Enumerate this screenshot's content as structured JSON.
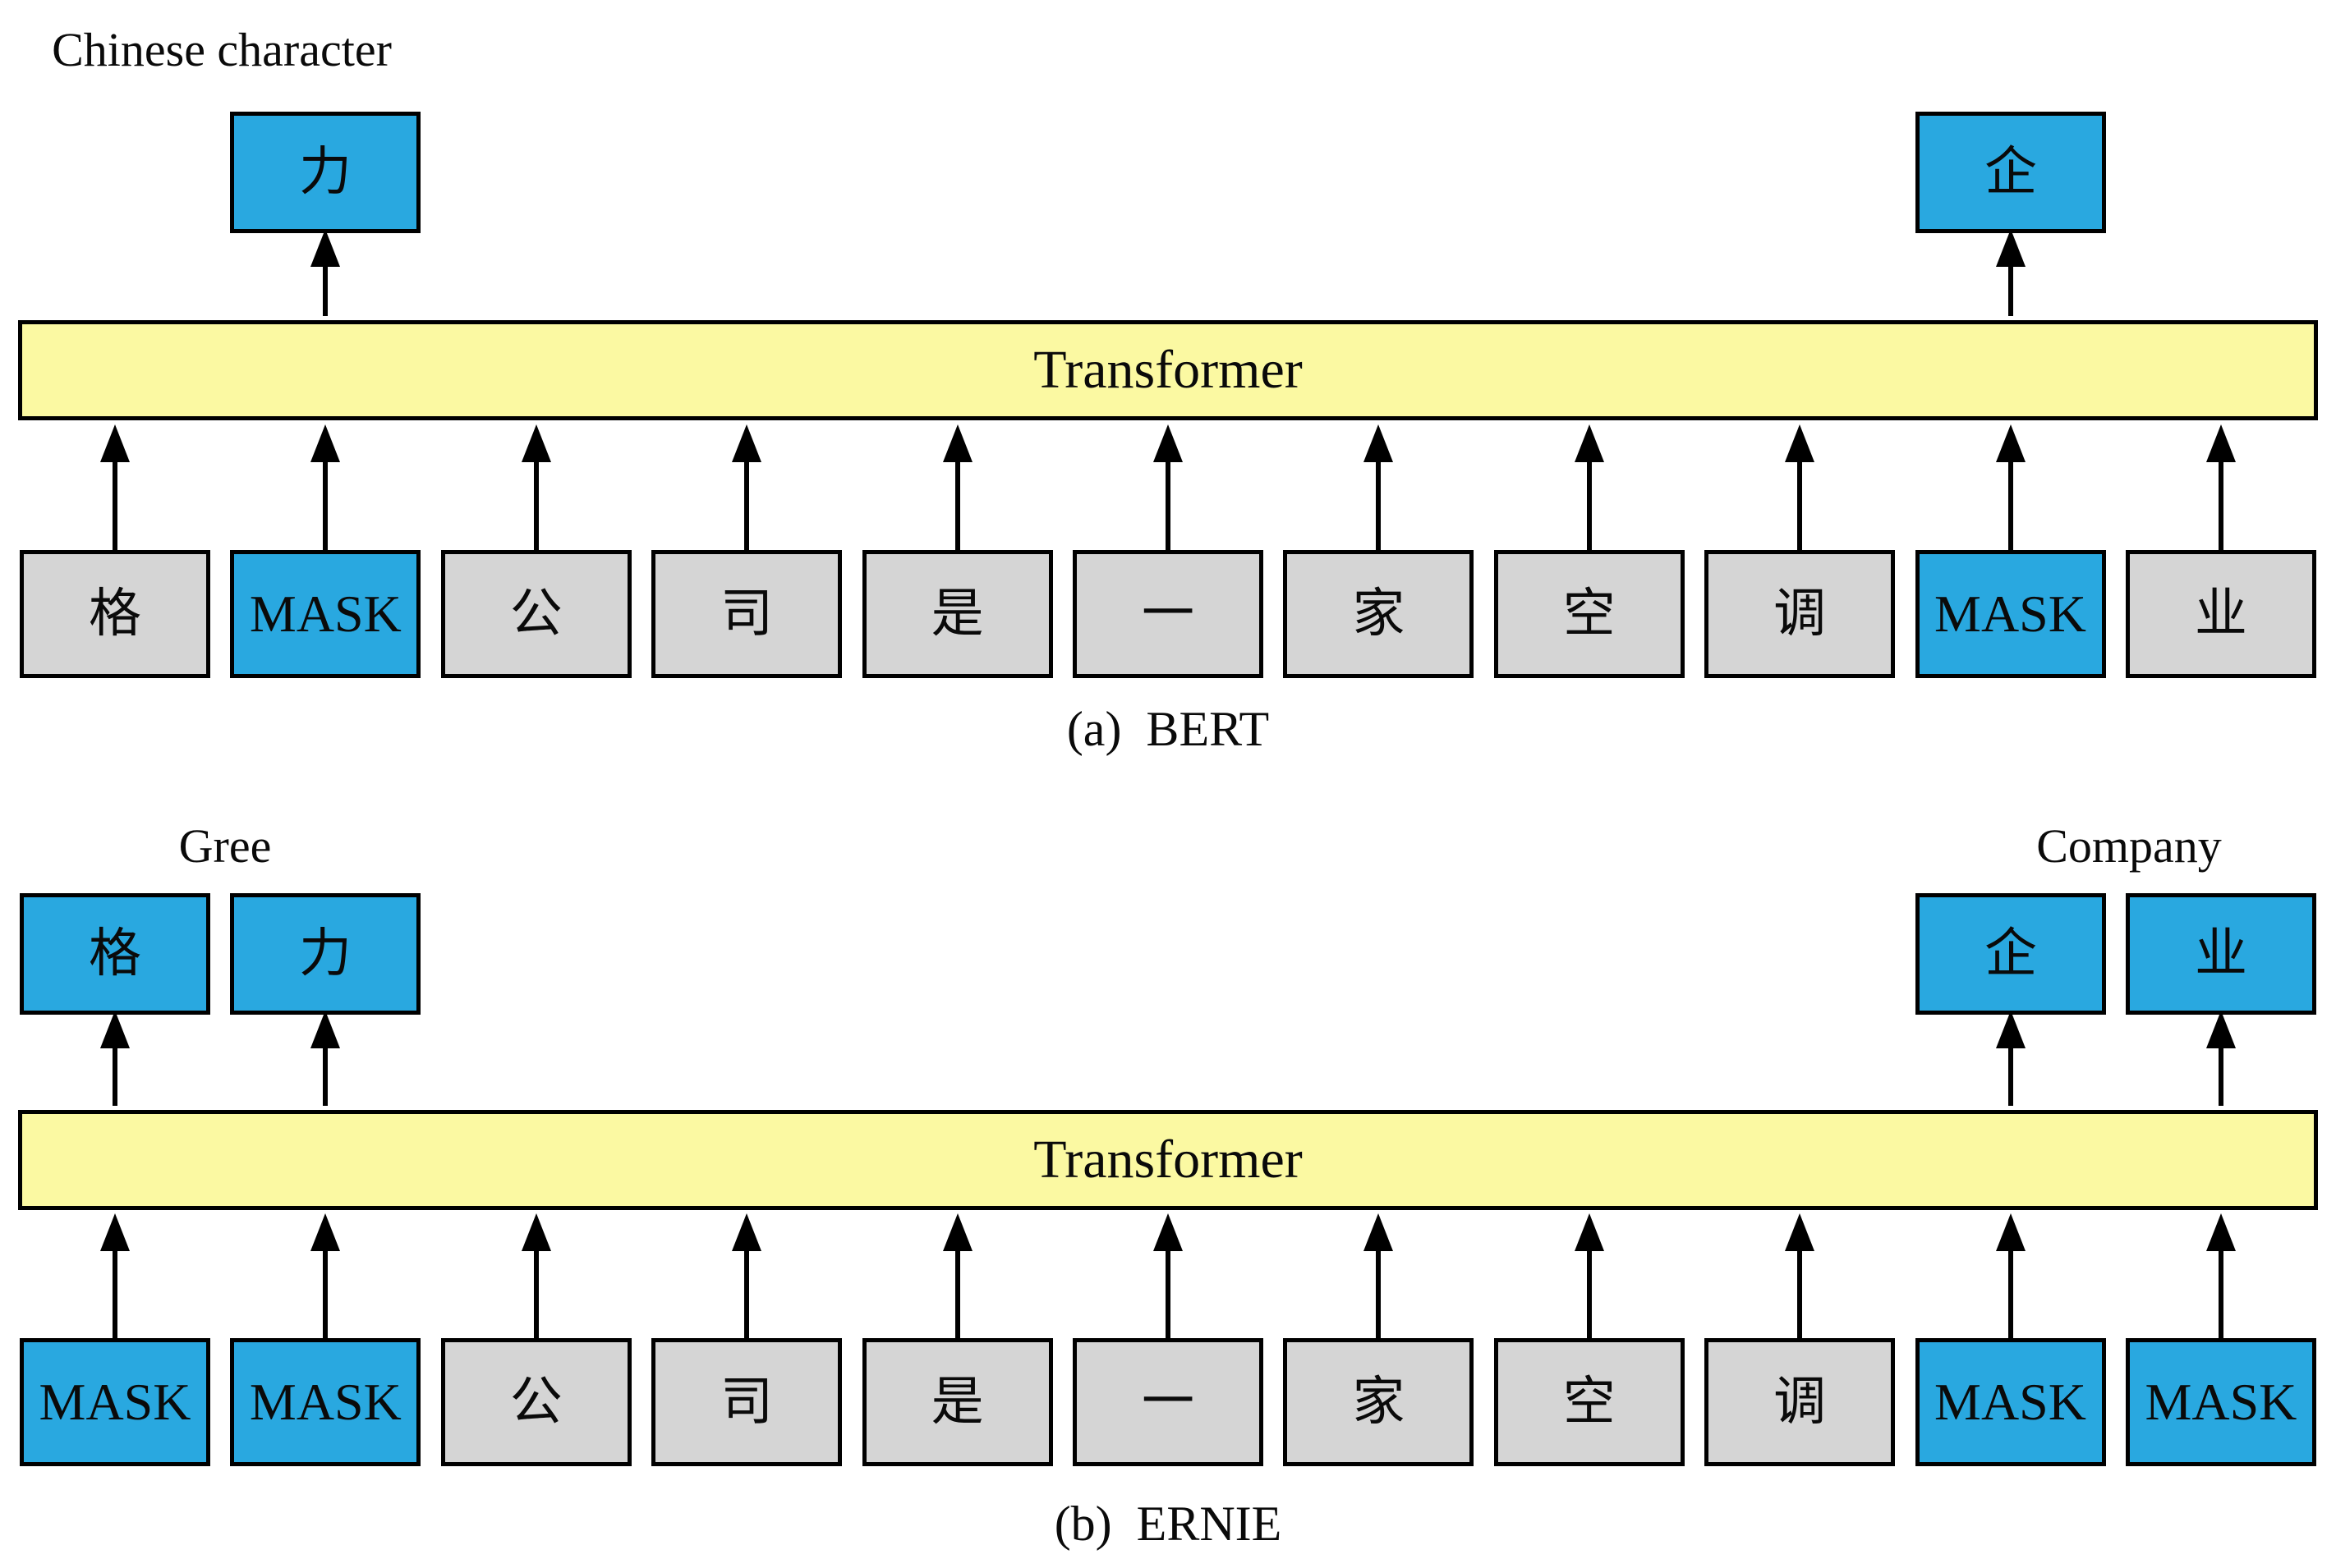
{
  "figure": {
    "colors": {
      "mask_box": "#29A8E0",
      "token_box": "#D5D5D5",
      "transformer_bar": "#FBF9A2",
      "border": "#000000"
    },
    "sections": [
      {
        "caption": "(a)  BERT",
        "transformer_label": "Transformer",
        "annotations": [
          {
            "text": "Chinese character"
          }
        ],
        "outputs": [
          {
            "label": "力",
            "column": 2
          },
          {
            "label": "企",
            "column": 10
          }
        ],
        "tokens": [
          {
            "label": "格",
            "masked": false
          },
          {
            "label": "MASK",
            "masked": true
          },
          {
            "label": "公",
            "masked": false
          },
          {
            "label": "司",
            "masked": false
          },
          {
            "label": "是",
            "masked": false
          },
          {
            "label": "一",
            "masked": false
          },
          {
            "label": "家",
            "masked": false
          },
          {
            "label": "空",
            "masked": false
          },
          {
            "label": "调",
            "masked": false
          },
          {
            "label": "MASK",
            "masked": true
          },
          {
            "label": "业",
            "masked": false
          }
        ]
      },
      {
        "caption": "(b)  ERNIE",
        "transformer_label": "Transformer",
        "annotations": [
          {
            "text": "Gree"
          },
          {
            "text": "Company"
          }
        ],
        "outputs": [
          {
            "label": "格",
            "column": 1
          },
          {
            "label": "力",
            "column": 2
          },
          {
            "label": "企",
            "column": 10
          },
          {
            "label": "业",
            "column": 11
          }
        ],
        "tokens": [
          {
            "label": "MASK",
            "masked": true
          },
          {
            "label": "MASK",
            "masked": true
          },
          {
            "label": "公",
            "masked": false
          },
          {
            "label": "司",
            "masked": false
          },
          {
            "label": "是",
            "masked": false
          },
          {
            "label": "一",
            "masked": false
          },
          {
            "label": "家",
            "masked": false
          },
          {
            "label": "空",
            "masked": false
          },
          {
            "label": "调",
            "masked": false
          },
          {
            "label": "MASK",
            "masked": true
          },
          {
            "label": "MASK",
            "masked": true
          }
        ]
      }
    ]
  }
}
